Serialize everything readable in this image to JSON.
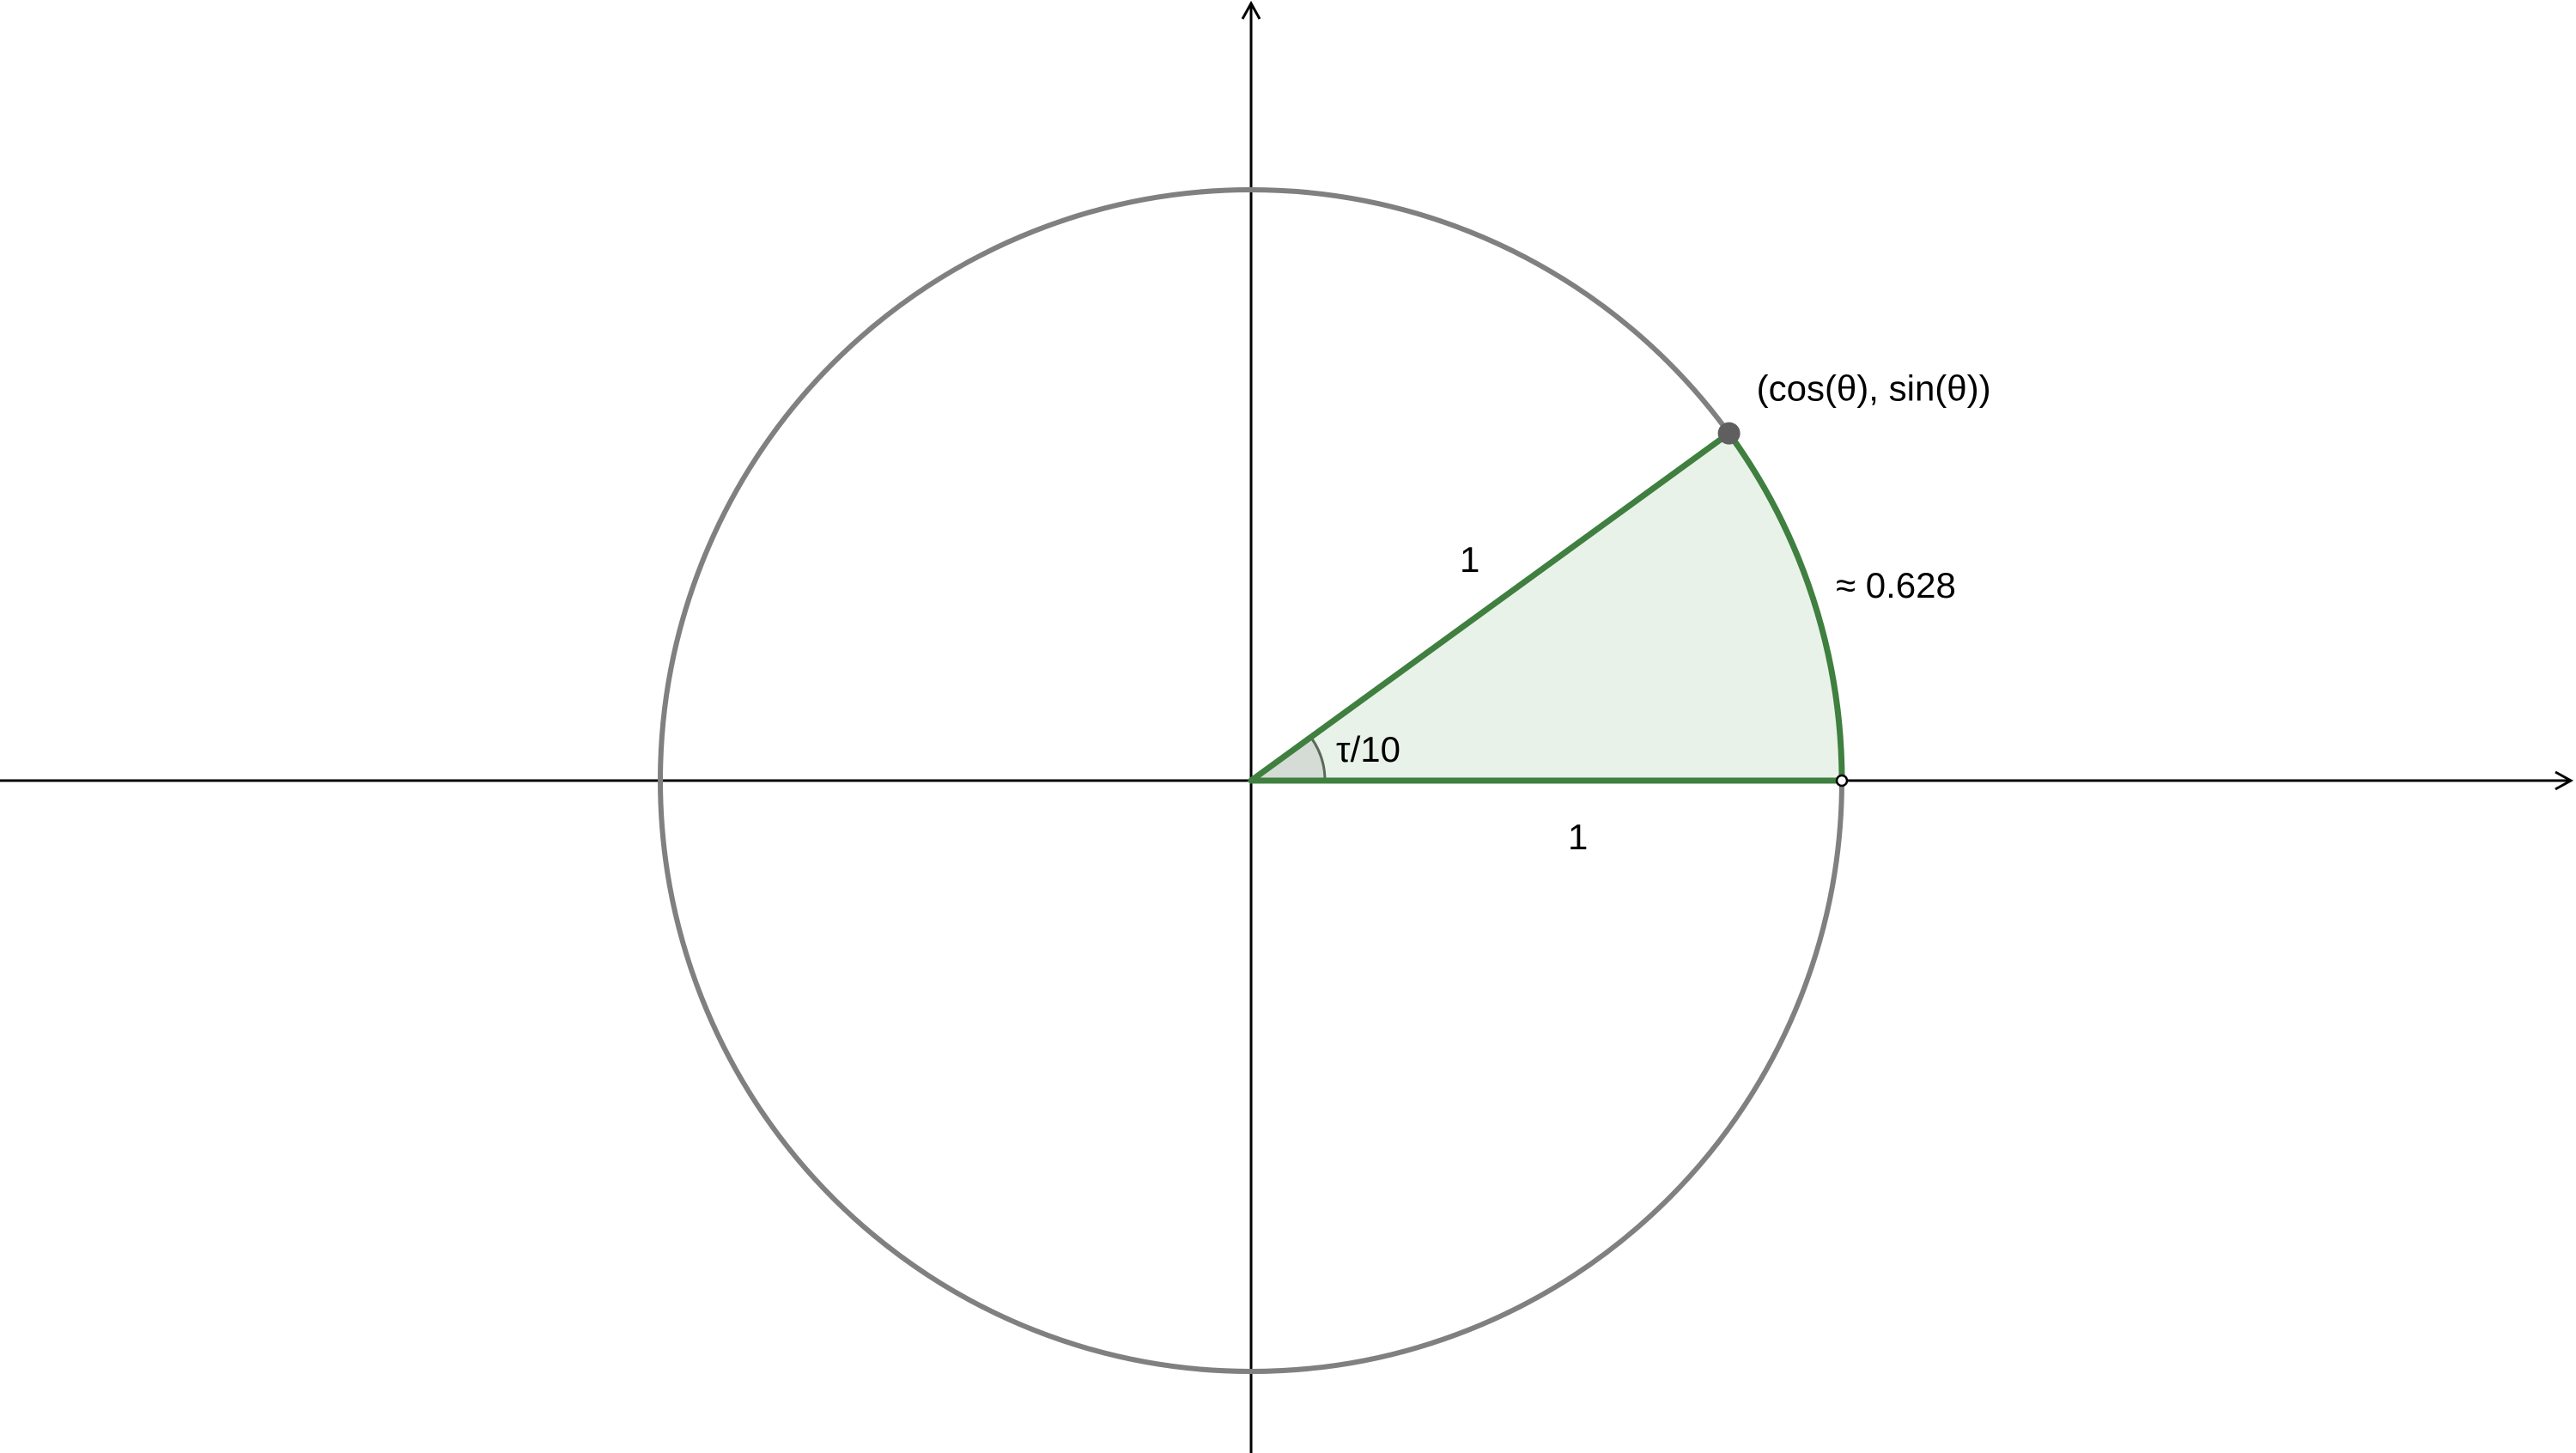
{
  "diagram": {
    "title": "",
    "angle_fraction_of_full_turn": 0.1,
    "labels": {
      "point": "(cos(θ), sin(θ))",
      "arc_length": "≈ 0.628",
      "angle": "τ/10",
      "radius_hypotenuse": "1",
      "radius_base": "1"
    },
    "colors": {
      "circle": "#808080",
      "axes": "#000000",
      "sector_stroke": "#3f7f3f",
      "sector_fill": "#e9f2e9",
      "angle_marker_fill": "#d5dcd5",
      "angle_marker_stroke": "#5a6a5a",
      "point": "#5f5f5f"
    }
  }
}
